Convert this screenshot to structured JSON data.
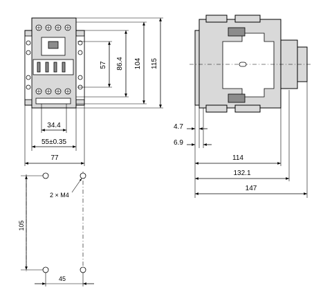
{
  "dimensions": {
    "front": {
      "width_overall": "77",
      "mount_spacing": "55±0.35",
      "inner_width": "34.4",
      "height_57": "57",
      "height_86_4": "86.4",
      "height_104": "104",
      "height_115": "115"
    },
    "side": {
      "depth_4_7": "4.7",
      "depth_6_9": "6.9",
      "depth_114": "114",
      "depth_132_1": "132.1",
      "depth_147": "147"
    },
    "mounting": {
      "screw_note": "2 × M4",
      "hole_spacing_vertical": "105",
      "hole_spacing_horizontal": "45"
    }
  },
  "colors": {
    "body": "#d9d9d9",
    "dark": "#8c8c8c",
    "line": "#000000"
  }
}
